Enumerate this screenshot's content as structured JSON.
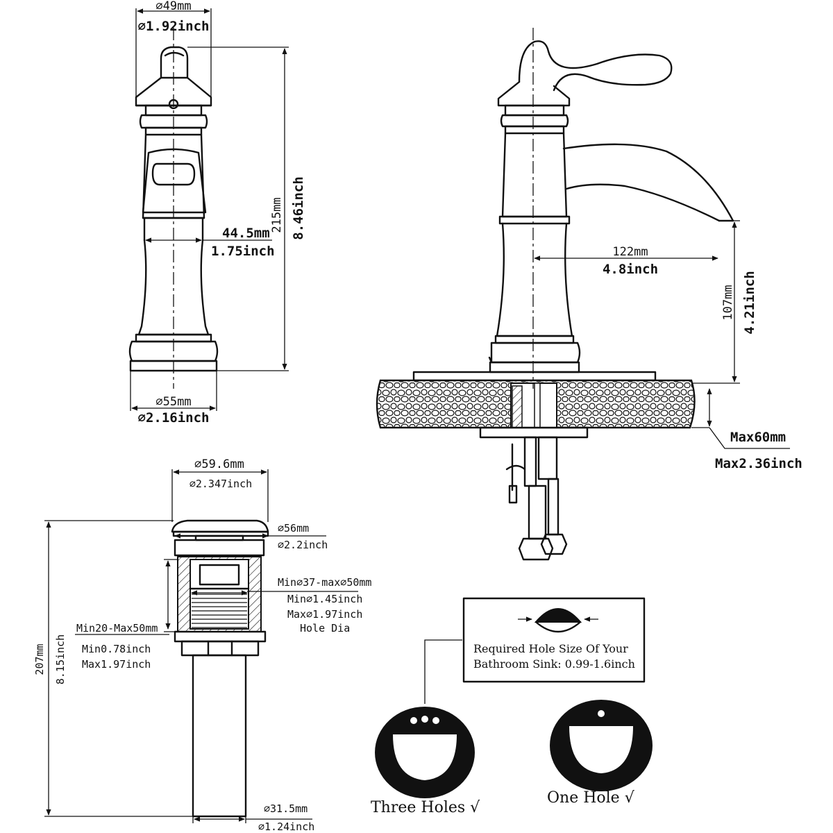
{
  "front_view": {
    "top_width_mm": "⌀49mm",
    "top_width_inch": "⌀1.92inch",
    "body_width_mm": "44.5mm",
    "body_width_inch": "1.75inch",
    "height_mm": "215mm",
    "height_inch": "8.46inch",
    "base_width_mm": "⌀55mm",
    "base_width_inch": "⌀2.16inch"
  },
  "side_view": {
    "spout_reach_mm": "122mm",
    "spout_reach_inch": "4.8inch",
    "spout_height_mm": "107mm",
    "spout_height_inch": "4.21inch",
    "deck_max_mm": "Max60mm",
    "deck_max_inch": "Max2.36inch"
  },
  "drain": {
    "cap_dia_mm": "⌀59.6mm",
    "cap_dia_inch": "⌀2.347inch",
    "flange_dia_mm": "⌀56mm",
    "flange_dia_inch": "⌀2.2inch",
    "hole_mm": "Min⌀37-max⌀50mm",
    "hole_min_inch": "Min⌀1.45inch",
    "hole_max_inch": "Max⌀1.97inch",
    "hole_label": "Hole Dia",
    "thickness_mm": "Min20-Max50mm",
    "thickness_min_inch": "Min0.78inch",
    "thickness_max_inch": "Max1.97inch",
    "total_mm": "207mm",
    "total_inch": "8.15inch",
    "tail_mm": "⌀31.5mm",
    "tail_inch": "⌀1.24inch"
  },
  "hole_note": {
    "line1": "Required Hole Size Of Your",
    "line2": "Bathroom Sink: 0.99-1.6inch"
  },
  "sinks": {
    "three_holes": "Three Holes √",
    "one_hole": "One Hole  √"
  }
}
